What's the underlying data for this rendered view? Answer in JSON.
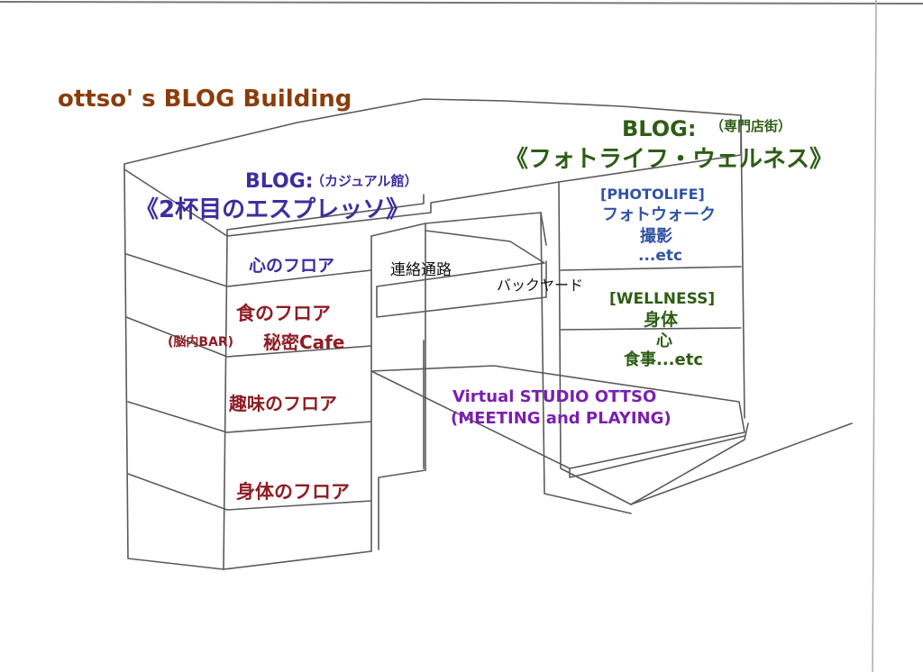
{
  "title": "ottso' s BLOG Building",
  "colors": {
    "title": "#8a3d0a",
    "casual": "#3b2f9e",
    "specialty": "#2e5d14",
    "photolife": "#2f53a6",
    "floors": "#8e1d24",
    "virtual": "#7a1fb0",
    "ink": "#111111",
    "pencil": "#555555"
  },
  "casual_blog": {
    "label": "BLOG:",
    "subtitle": "（カジュアル館）",
    "name": "《2杯目のエスプレッソ》"
  },
  "specialty_blog": {
    "label": "BLOG:",
    "subtitle": "（専門店街）",
    "name": "《フォトライフ・ウェルネス》"
  },
  "floors": [
    "心のフロア",
    "食のフロア",
    "趣味のフロア",
    "身体のフロア"
  ],
  "secret_cafe": {
    "prefix": "(脳内BAR)",
    "name": "秘密Cafe"
  },
  "corridor": "連絡通路",
  "backyard": "バックヤード",
  "photolife": {
    "header": "[PHOTOLIFE]",
    "items": [
      "フォトウォーク",
      "撮影",
      "...etc"
    ]
  },
  "wellness": {
    "header": "[WELLNESS]",
    "items": [
      "身体",
      "心",
      "食事...etc"
    ]
  },
  "studio": {
    "line1": "Virtual STUDIO OTTSO",
    "line2": "(MEETING and PLAYING)"
  }
}
